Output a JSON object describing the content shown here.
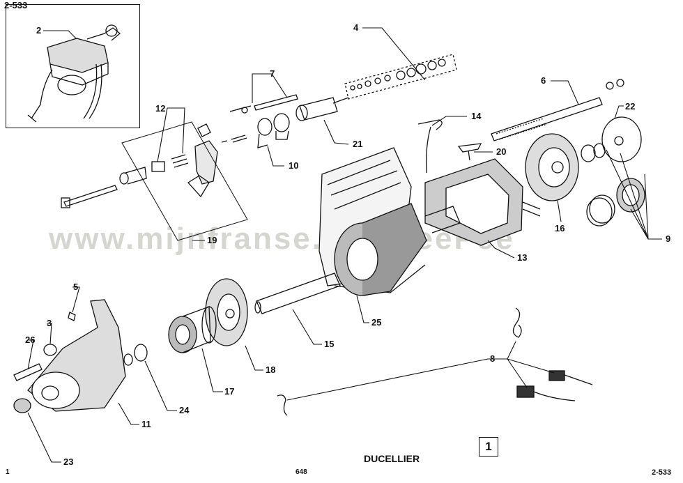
{
  "page": {
    "ref_top_left": "2-533",
    "ref_bottom_right": "2-533",
    "page_left": "1",
    "page_center": "648",
    "brand": "DUCELLIER",
    "figure_number": "1"
  },
  "watermark": "www.mijnfranse....nl    JeePee",
  "callouts": [
    "2",
    "4",
    "7",
    "6",
    "22",
    "12",
    "14",
    "20",
    "21",
    "10",
    "19",
    "9",
    "16",
    "13",
    "25",
    "5",
    "3",
    "26",
    "15",
    "18",
    "17",
    "24",
    "11",
    "23",
    "8"
  ],
  "colors": {
    "ink": "#111111",
    "watermark": "#b4b4aa"
  }
}
